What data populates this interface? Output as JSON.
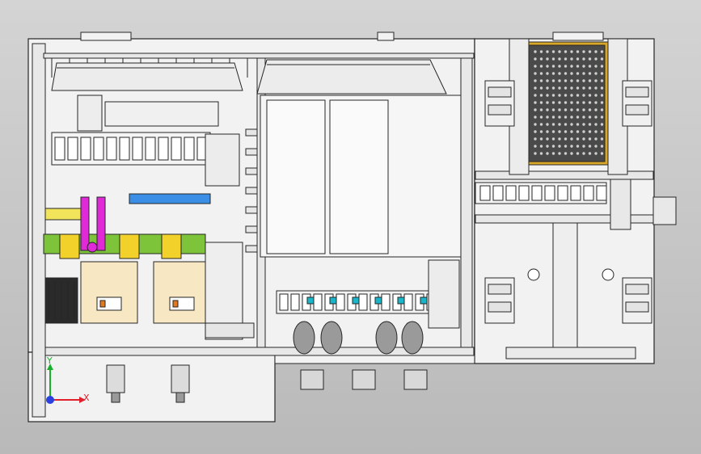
{
  "viewport": {
    "background_top": "#d6d6d6",
    "background_bottom": "#b8b8b8"
  },
  "colors": {
    "frame": "#f2f2f2",
    "line": "#262626",
    "green_plate": "#7ec43a",
    "yellow_block": "#f2d22a",
    "tray": "#4a4a4a",
    "tray_border": "#d9a82a",
    "magenta_clamp": "#e02ad8",
    "blue_rail": "#3b8ee6",
    "cyan_parts": "#19b6c9",
    "orange_parts": "#e07a22",
    "gray_cylinder": "#9a9a9a"
  },
  "triad": {
    "x_label": "X",
    "y_label": "Y",
    "x_color": "#e0202a",
    "y_color": "#18b02a",
    "z_color": "#2a40e0"
  },
  "components": [
    "left-machine-frame",
    "right-machine-frame",
    "top-cover-left",
    "top-cover-right",
    "protective-window",
    "drag-chain-top",
    "drag-chain-right",
    "drag-chain-bottom",
    "green-fixture-plate",
    "magenta-clamp",
    "blue-rail",
    "test-tray",
    "left-fixtures",
    "bottom-cylinders",
    "right-panel-blocks",
    "coordinate-triad"
  ]
}
